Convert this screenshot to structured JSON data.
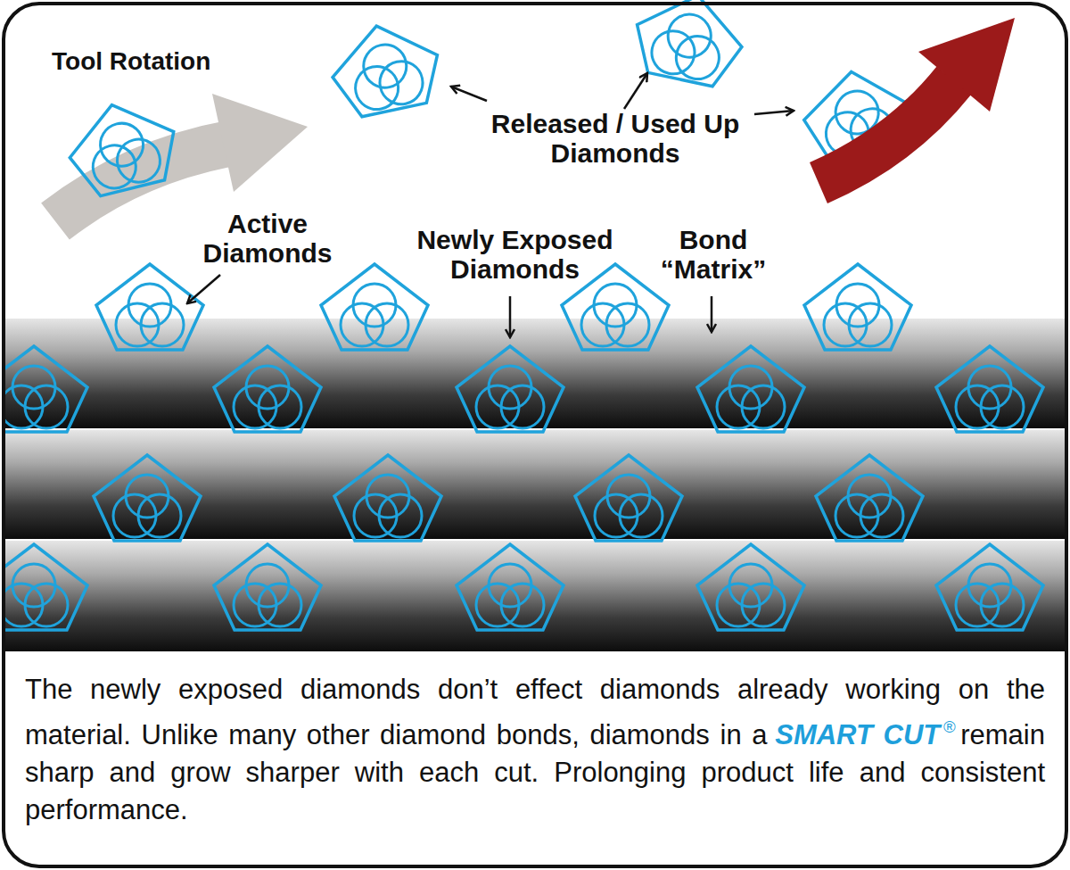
{
  "diagram": {
    "labels": [
      "Tool Rotation",
      "Released / Used Up Diamonds",
      "Active Diamonds",
      "Newly Exposed Diamonds",
      "Bond “Matrix”",
      "The newly exposed diamonds don’t effect diamonds already working on the material. Unlike many other diamond bonds, diamonds in a",
      "SMART CUT",
      "®",
      "remain sharp and grow sharper with each cut. Prolonging product life and consistent performance."
    ]
  }
}
